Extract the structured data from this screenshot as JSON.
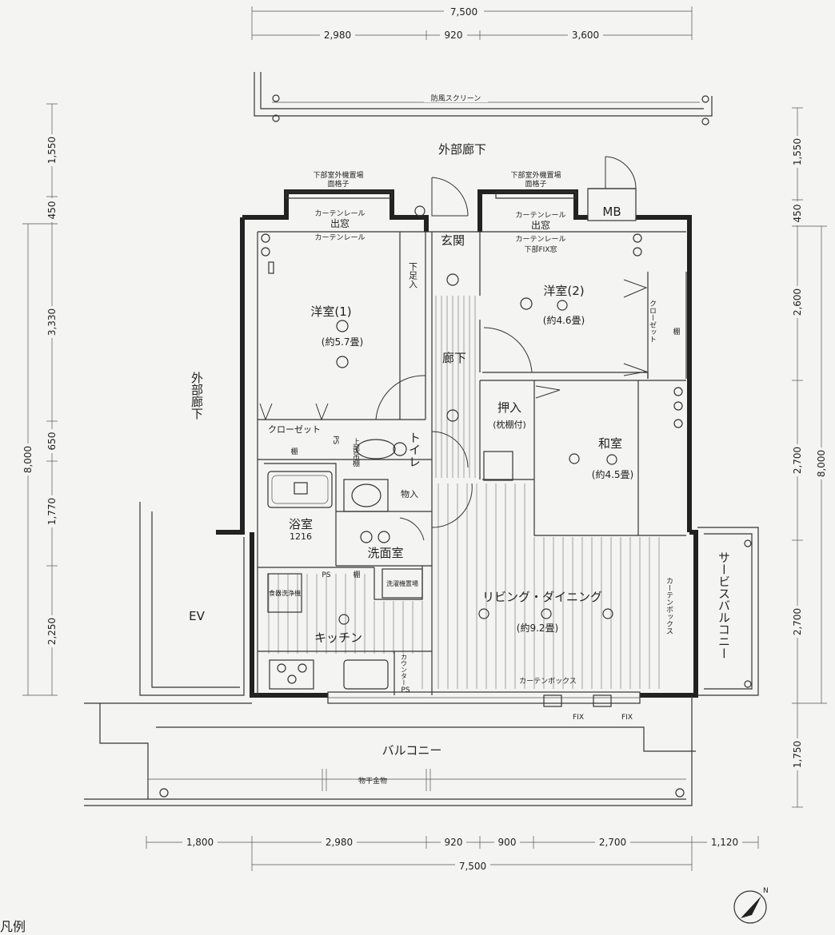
{
  "dimensions": {
    "top_total": "7,500",
    "top_segments": [
      "2,980",
      "920",
      "3,600"
    ],
    "bottom_segments": [
      "1,800",
      "2,980",
      "920",
      "900",
      "2,700",
      "1,120"
    ],
    "bottom_total": "7,500",
    "left_segments": [
      "1,550",
      "450",
      "3,330",
      "650",
      "1,770",
      "2,250"
    ],
    "left_total": "8,000",
    "right_segments": [
      "1,550",
      "450",
      "2,600",
      "2,700",
      "2,700",
      "1,750"
    ],
    "right_total": "8,000"
  },
  "labels": {
    "wind_screen": "防風スクリーン",
    "outer_corridor_top": "外部廊下",
    "outer_corridor_left": "外部廊下",
    "outdoor_unit_1": "下部室外機置場",
    "lattice_1": "面格子",
    "outdoor_unit_2": "下部室外機置場",
    "lattice_2": "面格子",
    "curtain_rail_1a": "カーテンレール",
    "bay_window_1": "出窓",
    "curtain_rail_1b": "カーテンレール",
    "curtain_rail_2a": "カーテンレール",
    "bay_window_2": "出窓",
    "curtain_rail_2b": "カーテンレール",
    "fix_window_lower": "下部FIX窓",
    "mb": "MB",
    "entrance": "玄関",
    "shoe_box": "下足入",
    "hallway": "廊下",
    "western_room_1": "洋室(1)",
    "western_room_1_size": "(約5.7畳)",
    "western_room_2": "洋室(2)",
    "western_room_2_size": "(約4.6畳)",
    "closet_1": "クローゼット",
    "shelf_1": "棚",
    "closet_2": "クローゼット",
    "shelf_2": "棚",
    "ps_1": "PS",
    "upper_shelf": "上部吊棚",
    "toilet": "トイレ",
    "storage": "押入",
    "storage_note": "(枕棚付)",
    "japanese_room": "和室",
    "japanese_room_size": "(約4.5畳)",
    "bathroom": "浴室",
    "bathroom_size": "1216",
    "closet_small": "物入",
    "washroom": "洗面室",
    "ps_2": "PS",
    "shelf_3": "棚",
    "washing_machine": "洗濯機置場",
    "dishwasher": "食器洗浄機",
    "kitchen": "キッチン",
    "counter": "カウンター",
    "ps_3": "PS",
    "living_dining": "リビング・ダイニング",
    "living_dining_size": "(約9.2畳)",
    "curtain_box_1": "カーテンボックス",
    "curtain_box_2": "カーテンボックス",
    "service_balcony": "サービスバルコニー",
    "ev": "EV",
    "fix_1": "FIX",
    "fix_2": "FIX",
    "balcony": "バルコニー",
    "drying_rack": "物干金物",
    "compass_n": "N",
    "legend_title": "凡例"
  }
}
